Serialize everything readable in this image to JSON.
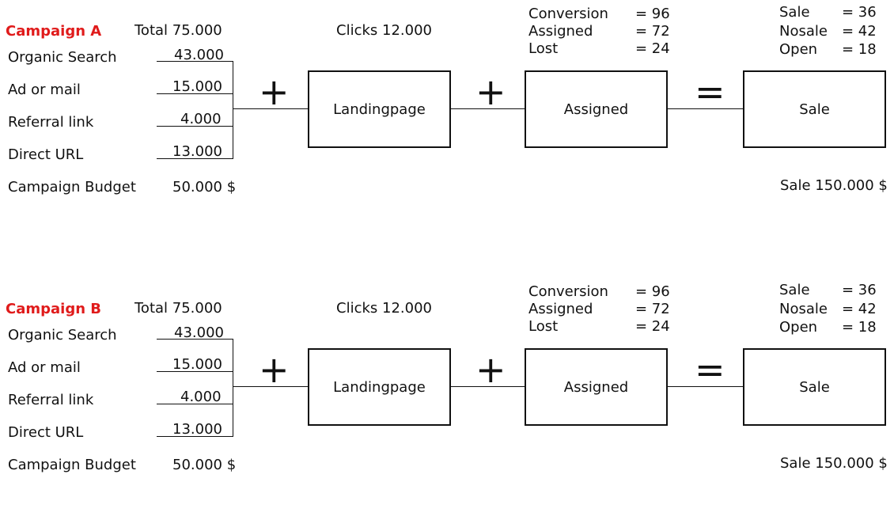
{
  "campaigns": [
    {
      "title": "Campaign A",
      "total": "Total 75.000",
      "sources": [
        {
          "label": "Organic Search",
          "value": "43.000"
        },
        {
          "label": "Ad or mail",
          "value": "15.000"
        },
        {
          "label": "Referral link",
          "value": "4.000"
        },
        {
          "label": "Direct URL",
          "value": "13.000"
        }
      ],
      "budget_label": "Campaign Budget",
      "budget_value": "50.000 $",
      "clicks": "Clicks 12.000",
      "conversion": [
        {
          "label": "Conversion",
          "value": "= 96"
        },
        {
          "label": "Assigned",
          "value": "= 72"
        },
        {
          "label": "Lost",
          "value": "= 24"
        }
      ],
      "sale_stats": [
        {
          "label": "Sale",
          "value": "= 36"
        },
        {
          "label": "Nosale",
          "value": "= 42"
        },
        {
          "label": "Open",
          "value": "= 18"
        }
      ],
      "boxes": {
        "landing": "Landingpage",
        "assigned": "Assigned",
        "sale": "Sale"
      },
      "operators": {
        "plus1": "+",
        "plus2": "+",
        "equals": "="
      },
      "sale_total": "Sale 150.000 $"
    },
    {
      "title": "Campaign B",
      "total": "Total 75.000",
      "sources": [
        {
          "label": "Organic Search",
          "value": "43.000"
        },
        {
          "label": "Ad or mail",
          "value": "15.000"
        },
        {
          "label": "Referral link",
          "value": "4.000"
        },
        {
          "label": "Direct URL",
          "value": "13.000"
        }
      ],
      "budget_label": "Campaign Budget",
      "budget_value": "50.000 $",
      "clicks": "Clicks 12.000",
      "conversion": [
        {
          "label": "Conversion",
          "value": "= 96"
        },
        {
          "label": "Assigned",
          "value": "= 72"
        },
        {
          "label": "Lost",
          "value": "= 24"
        }
      ],
      "sale_stats": [
        {
          "label": "Sale",
          "value": "= 36"
        },
        {
          "label": "Nosale",
          "value": "= 42"
        },
        {
          "label": "Open",
          "value": "= 18"
        }
      ],
      "boxes": {
        "landing": "Landingpage",
        "assigned": "Assigned",
        "sale": "Sale"
      },
      "operators": {
        "plus1": "+",
        "plus2": "+",
        "equals": "="
      },
      "sale_total": "Sale 150.000 $"
    }
  ],
  "colors": {
    "title": "#e01b1b",
    "line": "#111111"
  }
}
